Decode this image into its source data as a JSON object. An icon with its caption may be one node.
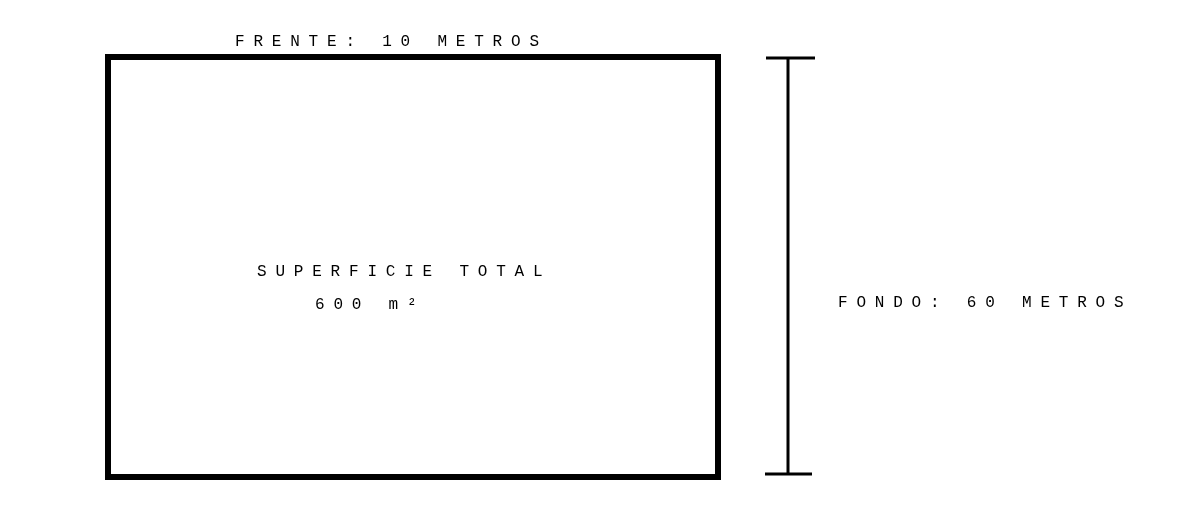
{
  "diagram": {
    "nodes": [
      {
        "text": [
          "SUPERFICIE TOTAL",
          "600 m²"
        ]
      }
    ],
    "labels": [
      "FRENTE: 10 METROS",
      "FONDO: 60 METROS"
    ]
  }
}
